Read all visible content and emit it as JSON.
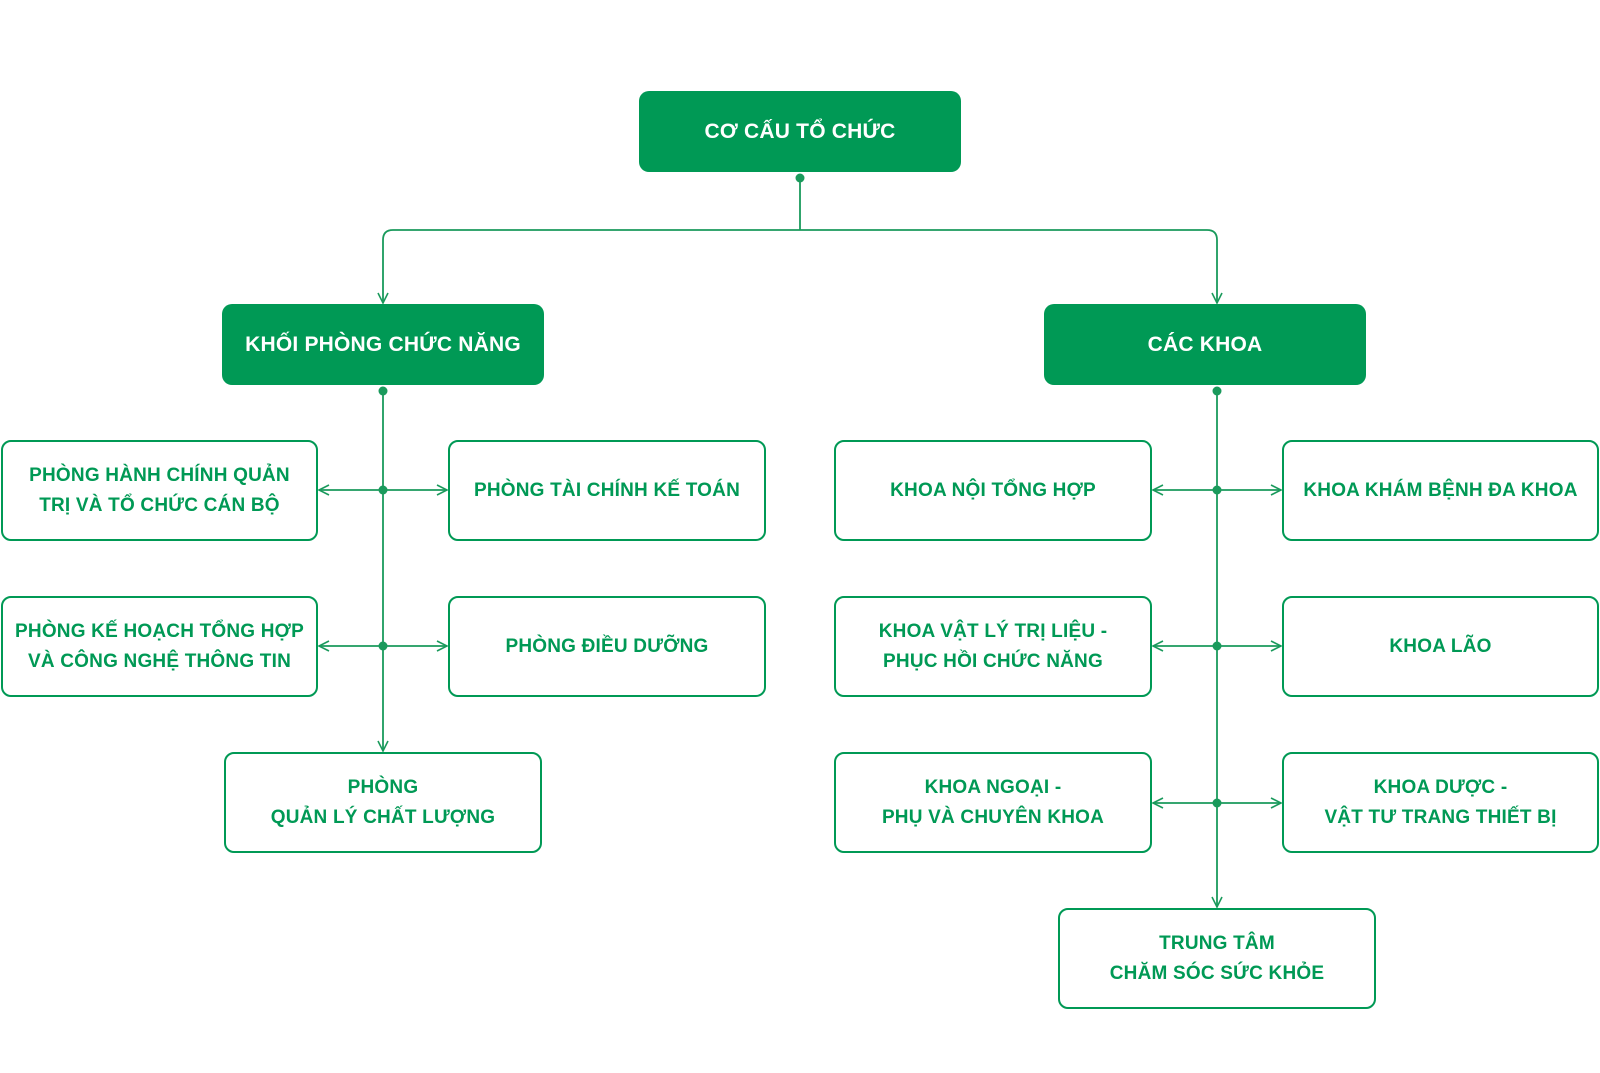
{
  "colors": {
    "green": "#009955",
    "line": "#1a9a5c"
  },
  "root": {
    "label": "CƠ CẤU TỔ CHỨC"
  },
  "branches": {
    "functional": {
      "label": "KHỐI PHÒNG CHỨC NĂNG",
      "items": [
        "PHÒNG HÀNH CHÍNH QUẢN\nTRỊ VÀ TỔ  CHỨC CÁN BỘ",
        "PHÒNG TÀI CHÍNH KẾ TOÁN",
        "PHÒNG KẾ HOẠCH TỔNG HỢP\nVÀ CÔNG NGHỆ THÔNG TIN",
        "PHÒNG ĐIỀU DƯỠNG",
        "PHÒNG\nQUẢN LÝ CHẤT LƯỢNG"
      ]
    },
    "departments": {
      "label": "CÁC KHOA",
      "items": [
        "KHOA NỘI TỔNG HỢP",
        "KHOA KHÁM BỆNH ĐA KHOA",
        "KHOA VẬT LÝ TRỊ LIỆU -\nPHỤC HỒI CHỨC NĂNG",
        "KHOA LÃO",
        "KHOA NGOẠI -\nPHỤ VÀ CHUYÊN KHOA",
        "KHOA DƯỢC -\nVẬT TƯ TRANG THIẾT BỊ",
        "TRUNG TÂM\nCHĂM SÓC SỨC KHỎE"
      ]
    }
  }
}
